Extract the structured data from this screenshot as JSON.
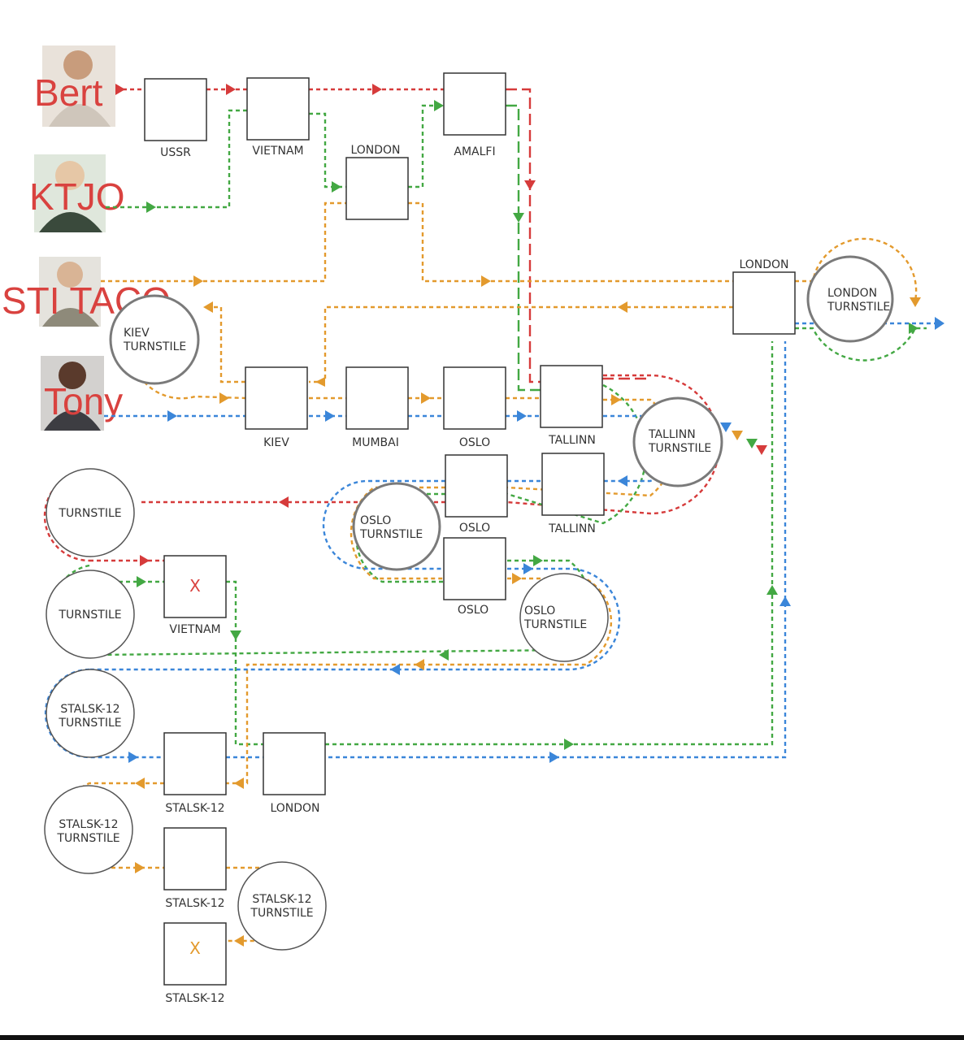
{
  "characters": [
    {
      "id": "bert",
      "label": "Bert"
    },
    {
      "id": "ktjo",
      "label": "KTJO"
    },
    {
      "id": "sti",
      "label": "STI TACO"
    },
    {
      "id": "tony",
      "label": "Tony"
    }
  ],
  "locations": {
    "ussr": "USSR",
    "vietnam_top": "VIETNAM",
    "london_mid": "LONDON",
    "amalfi": "AMALFI",
    "london_right": "LONDON",
    "kiev": "KIEV",
    "mumbai": "MUMBAI",
    "oslo_top": "OSLO",
    "tallinn_top": "TALLINN",
    "oslo_mid": "OSLO",
    "tallinn_mid": "TALLINN",
    "oslo_low": "OSLO",
    "vietnam_low": "VIETNAM",
    "stalsk_a": "STALSK-12",
    "london_low": "LONDON",
    "stalsk_b": "STALSK-12",
    "stalsk_c": "STALSK-12"
  },
  "turnstiles": {
    "london": [
      "LONDON",
      "TURNSTILE"
    ],
    "kiev": [
      "KIEV",
      "TURNSTILE"
    ],
    "tallinn": [
      "TALLINN",
      "TURNSTILE"
    ],
    "oslo_a": [
      "OSLO",
      "TURNSTILE"
    ],
    "oslo_b": [
      "OSLO",
      "TURNSTILE"
    ],
    "plain_a": [
      "TURNSTILE"
    ],
    "plain_b": [
      "TURNSTILE"
    ],
    "stalsk_a": [
      "STALSK-12",
      "TURNSTILE"
    ],
    "stalsk_b": [
      "STALSK-12",
      "TURNSTILE"
    ],
    "stalsk_c": [
      "STALSK-12",
      "TURNSTILE"
    ]
  },
  "marks": {
    "x_vietnam": "X",
    "x_stalsk": "X"
  },
  "colors": {
    "bert": "#d63b3b",
    "ktjo": "#43a843",
    "sti": "#e39a2d",
    "tony": "#3b86d9"
  }
}
